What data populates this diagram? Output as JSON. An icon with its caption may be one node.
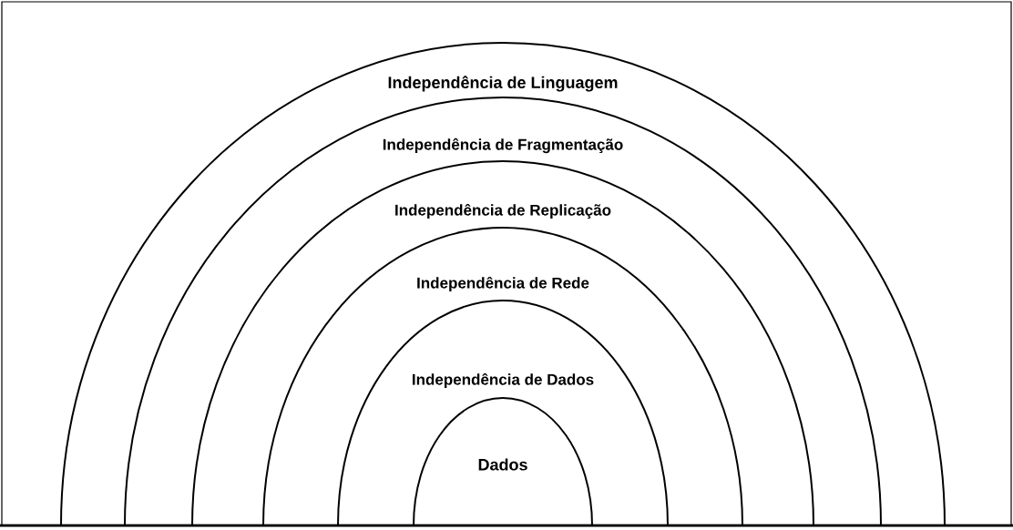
{
  "diagram": {
    "nodes": [
      {
        "text": [
          "Independência de Linguagem"
        ]
      },
      {
        "text": [
          "Independência de Fragmentação"
        ],
        "in": 0
      },
      {
        "text": [
          "Independência de Replicação"
        ],
        "in": 1
      },
      {
        "text": [
          "Independência de Rede"
        ],
        "in": 2
      },
      {
        "text": [
          "Independência de Dados"
        ],
        "in": 3
      },
      {
        "text": [
          "Dados"
        ],
        "in": 4
      }
    ]
  }
}
